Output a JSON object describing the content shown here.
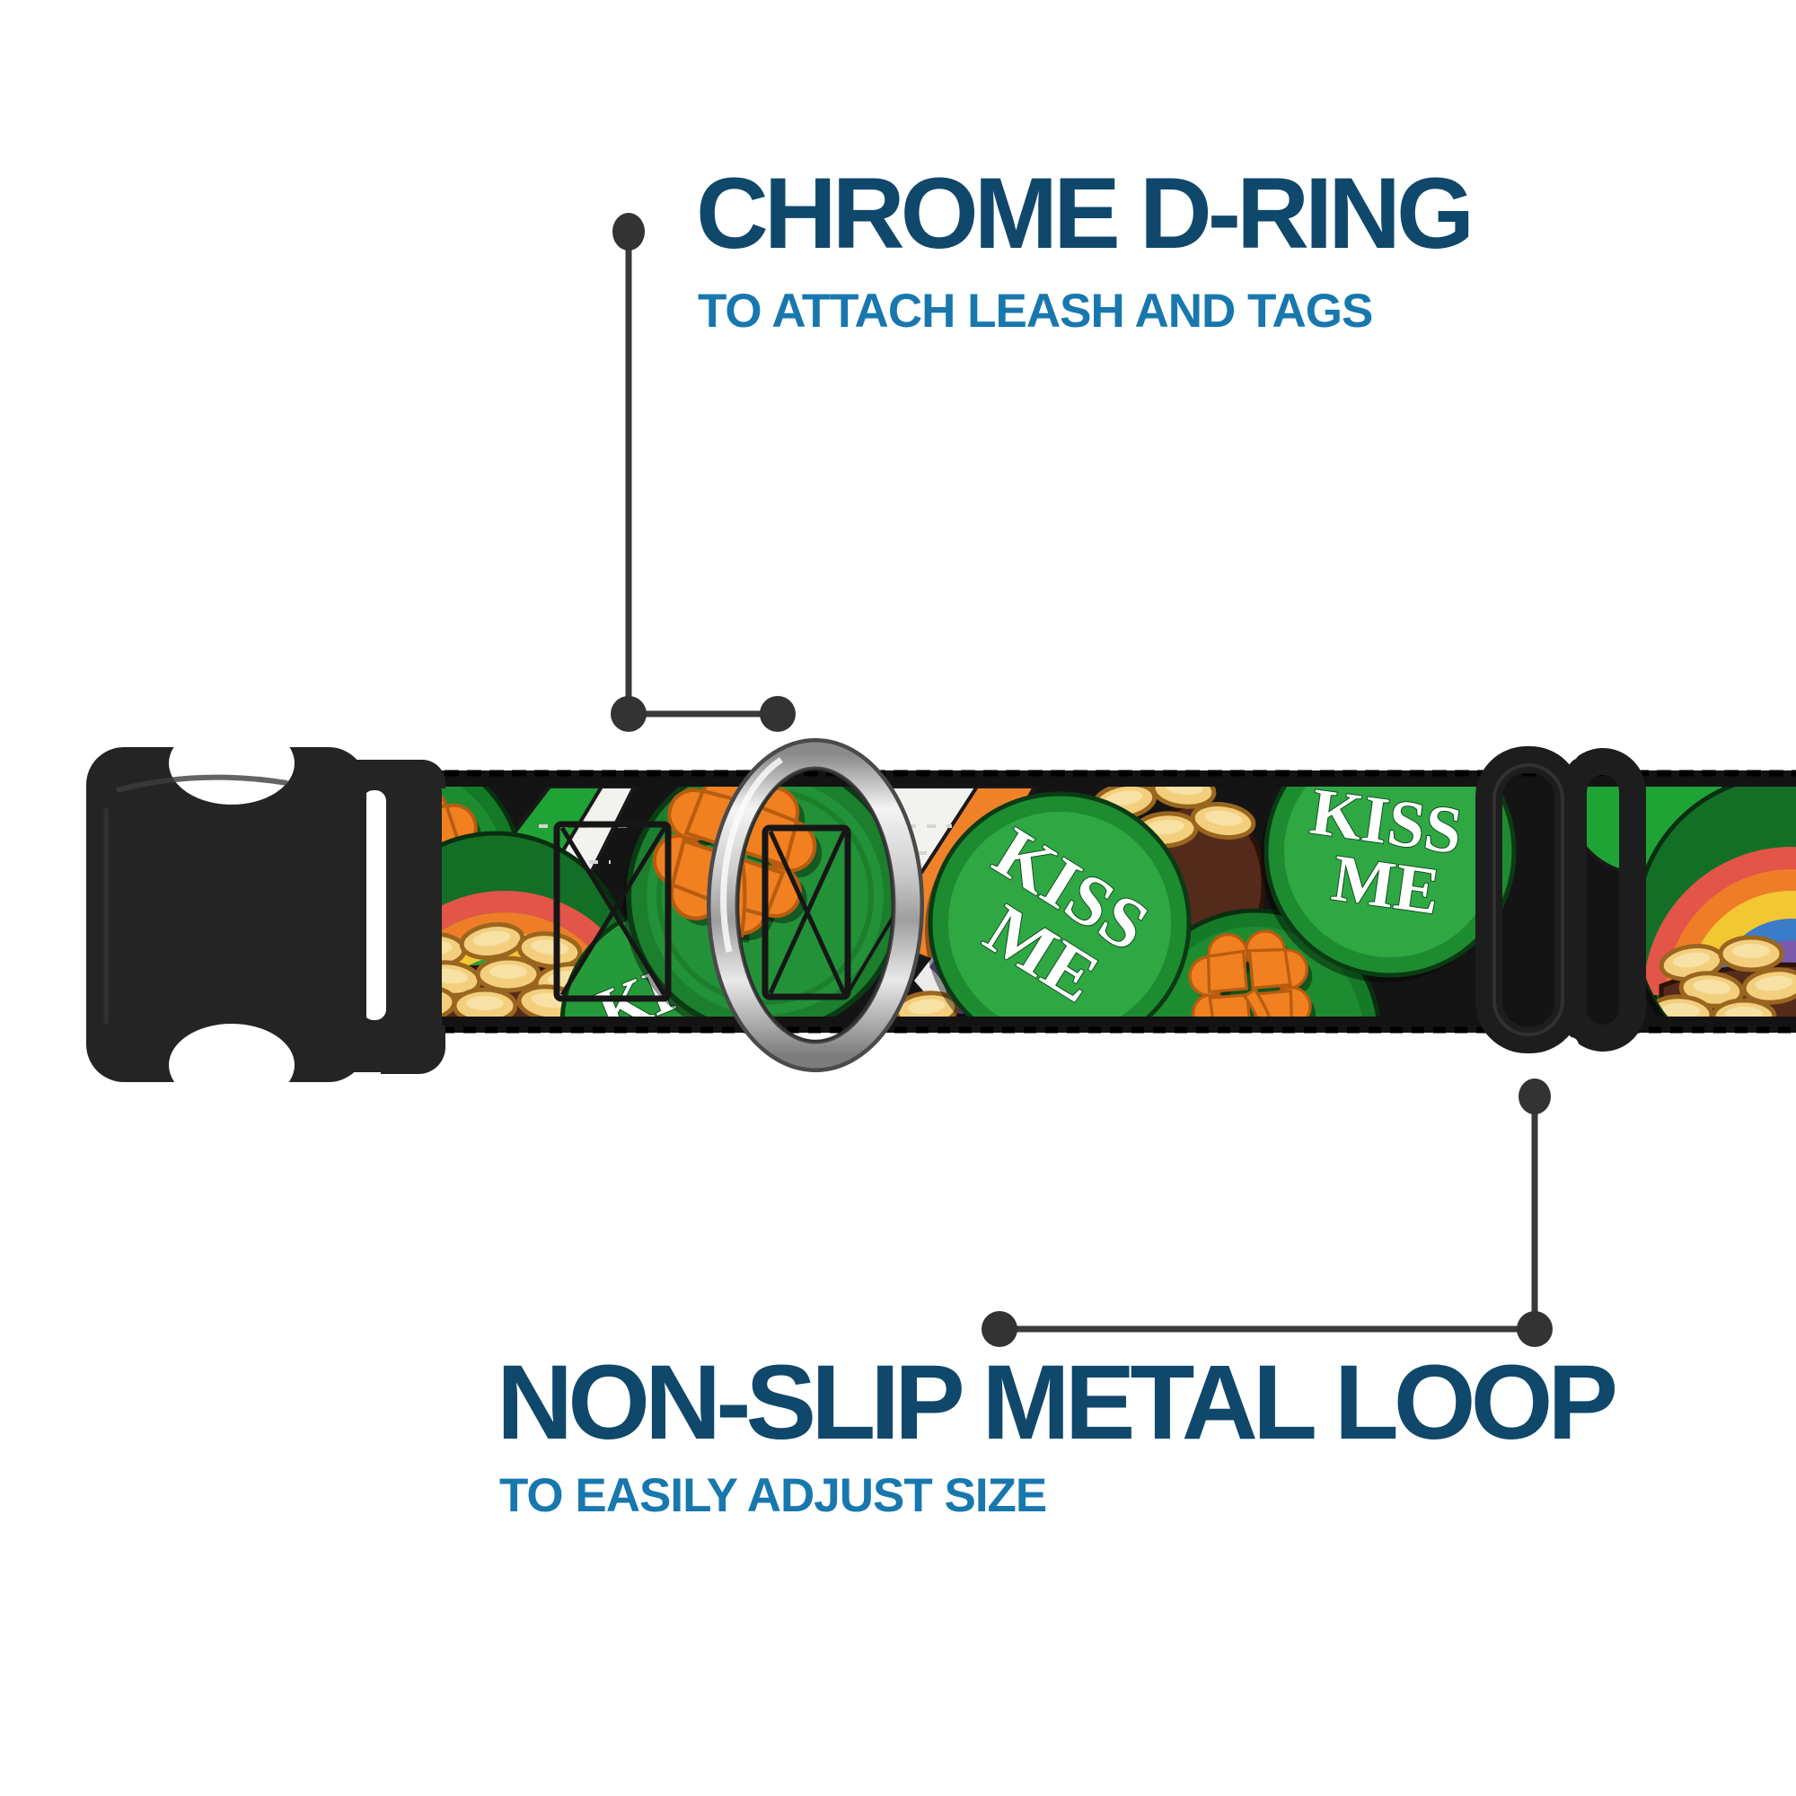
{
  "page": {
    "background": "#ffffff"
  },
  "callouts": {
    "top": {
      "title": "CHROME D-RING",
      "subtitle": "TO ATTACH LEASH AND TAGS",
      "title_color": "#0f486b",
      "subtitle_color": "#1878ae"
    },
    "bottom": {
      "title": "NON-SLIP METAL LOOP",
      "subtitle": "TO EASILY ADJUST SIZE",
      "title_color": "#0f486b",
      "subtitle_color": "#1878ae"
    },
    "connector_color": "#3a3a3a",
    "dot_color": "#333333"
  },
  "collar": {
    "badge_text_line1": "KISS",
    "badge_text_line2": "ME",
    "theme": "St. Patrick's Day pattern with KISS ME buttons, shamrocks, rainbows, pots of gold and Irish flags",
    "hardware": {
      "buckle_color": "#242424",
      "adjuster_color": "#1d1d1d",
      "dring_finish": "chrome-silver"
    },
    "pattern_colors": {
      "webbing_background": "#141414",
      "button_green": "#2fa844",
      "button_green_dark": "#157a28",
      "shamrock_orange": "#f08020",
      "shamrock_outline": "#b85c10",
      "flag_white": "#f2f2ef",
      "flag_orange": "#f08229",
      "flag_green": "#1fa335",
      "coin_gold": "#f3cf7d",
      "coin_outline": "#9a661f",
      "pot_brown": "#542a1b",
      "rainbow": [
        "#e25548",
        "#ef7d28",
        "#f2c832",
        "#2ba03a",
        "#3a7cc8",
        "#7a5aaa"
      ]
    }
  }
}
